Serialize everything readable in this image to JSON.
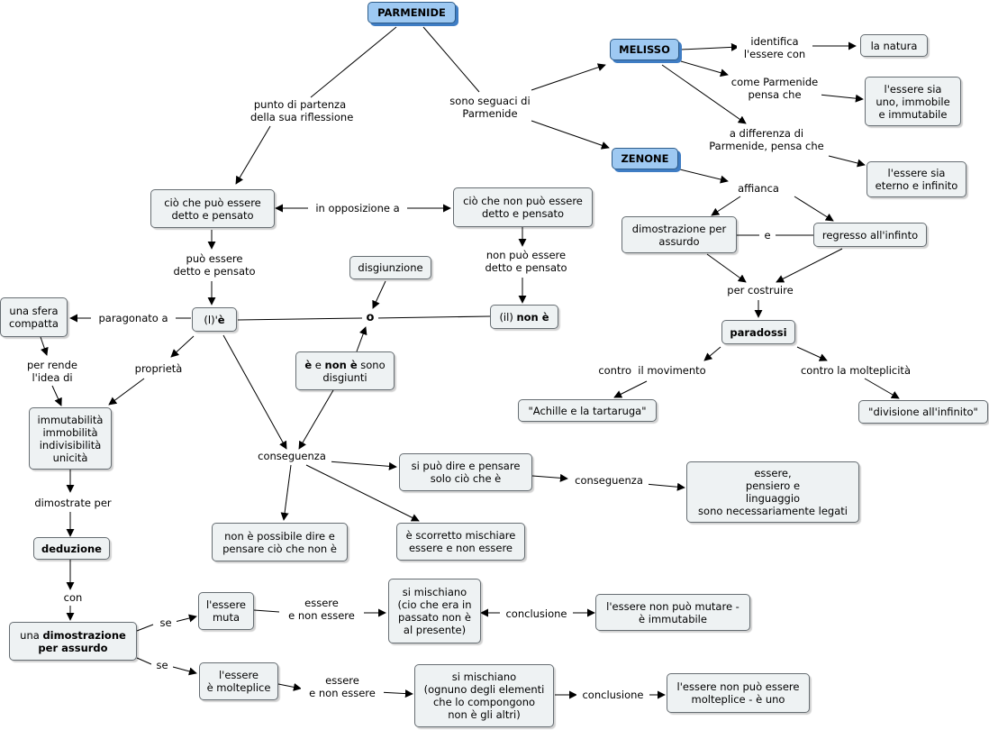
{
  "nodes": {
    "parmenide": [
      "PARMENIDE"
    ],
    "melisso": [
      "MELISSO"
    ],
    "zenone": [
      "ZENONE"
    ],
    "la_natura": [
      "la natura"
    ],
    "essere_uno": [
      "l'essere sia",
      "uno, immobile",
      "e immutabile"
    ],
    "essere_eterno": [
      "l'essere sia",
      "eterno e infinito"
    ],
    "cio_che_puo": [
      "ciò che può essere",
      "detto e pensato"
    ],
    "cio_che_non_puo": [
      "ciò che non può essere",
      "detto e pensato"
    ],
    "dimostrazione_assurdo": [
      "dimostrazione per",
      "assurdo"
    ],
    "regresso": [
      "regresso all'infinto"
    ],
    "paradossi": [
      "paradossi"
    ],
    "achille": [
      "\"Achille e la tartaruga\""
    ],
    "divisione": [
      "\"divisione all'infinito\""
    ],
    "disgiunzione": [
      "disgiunzione"
    ],
    "il_non_e": {
      "pre": "(il) ",
      "bold": "non è"
    },
    "l_e": {
      "pre": "(l)'",
      "bold": "è"
    },
    "sfera": [
      "una sfera",
      "compatta"
    ],
    "e_non_e": {
      "b1": "è",
      "m1": " e ",
      "b2": "non è",
      "m2": " sono",
      "line2": "disgiunti"
    },
    "immutabilita": [
      "immutabilità",
      "immobilità",
      "indivisibilità",
      "unicità"
    ],
    "si_puo_dire": [
      "si può dire e pensare",
      "solo ciò che è"
    ],
    "essere_pensiero": [
      "essere,",
      "pensiero e",
      "linguaggio",
      "sono necessariamente legati"
    ],
    "non_possibile": [
      "non è possibile dire e",
      "pensare ciò che non è"
    ],
    "scorretto": [
      "è scorretto mischiare",
      "essere e non essere"
    ],
    "deduzione": [
      "deduzione"
    ],
    "dim_per_assurdo": {
      "pre": "una ",
      "bold1": "dimostrazione",
      "bold2": "per assurdo"
    },
    "essere_muta": [
      "l'essere",
      "muta"
    ],
    "mischiano1": [
      "si mischiano",
      "(cio che era in",
      "passato non è",
      "al presente)"
    ],
    "non_puo_mutare": [
      "l'essere non può mutare -",
      "è immutabile"
    ],
    "essere_molteplice": [
      "l'essere",
      "è molteplice"
    ],
    "mischiano2": [
      "si mischiano",
      "(ognuno degli elementi",
      "che lo compongono",
      "non è gli altri)"
    ],
    "non_puo_molteplice": [
      "l'essere non può essere",
      "molteplice - è uno"
    ]
  },
  "labels": {
    "punto_partenza": [
      "punto di partenza",
      "della sua riflessione"
    ],
    "seguaci": [
      "sono seguaci di",
      "Parmenide"
    ],
    "identifica": [
      "identifica",
      "l'essere con"
    ],
    "come_parmenide": [
      "come Parmenide",
      "pensa che"
    ],
    "differenza": [
      "a differenza di",
      "Parmenide, pensa che"
    ],
    "affianca": [
      "affianca"
    ],
    "in_opposizione": [
      "in opposizione a"
    ],
    "e_conj": [
      "e"
    ],
    "puo_essere": [
      "può essere",
      "detto e pensato"
    ],
    "non_puo_essere": [
      "non può essere",
      "detto e pensato"
    ],
    "per_costruire": [
      "per costruire"
    ],
    "contro_movimento": [
      "contro  il movimento"
    ],
    "contro_molteplicita": [
      "contro la molteplicità"
    ],
    "o": [
      "o"
    ],
    "paragonato": [
      "paragonato a"
    ],
    "per_rende": [
      "per rende",
      "l'idea di"
    ],
    "proprieta": [
      "proprietà"
    ],
    "conseguenza1": [
      "conseguenza"
    ],
    "conseguenza2": [
      "conseguenza"
    ],
    "dimostrate_per": [
      "dimostrate per"
    ],
    "con": [
      "con"
    ],
    "se1": [
      "se"
    ],
    "se2": [
      "se"
    ],
    "essere_non_essere1": [
      "essere",
      "e non essere"
    ],
    "essere_non_essere2": [
      "essere",
      "e non essere"
    ],
    "conclusione1": [
      "conclusione"
    ],
    "conclusione2": [
      "conclusione"
    ]
  }
}
